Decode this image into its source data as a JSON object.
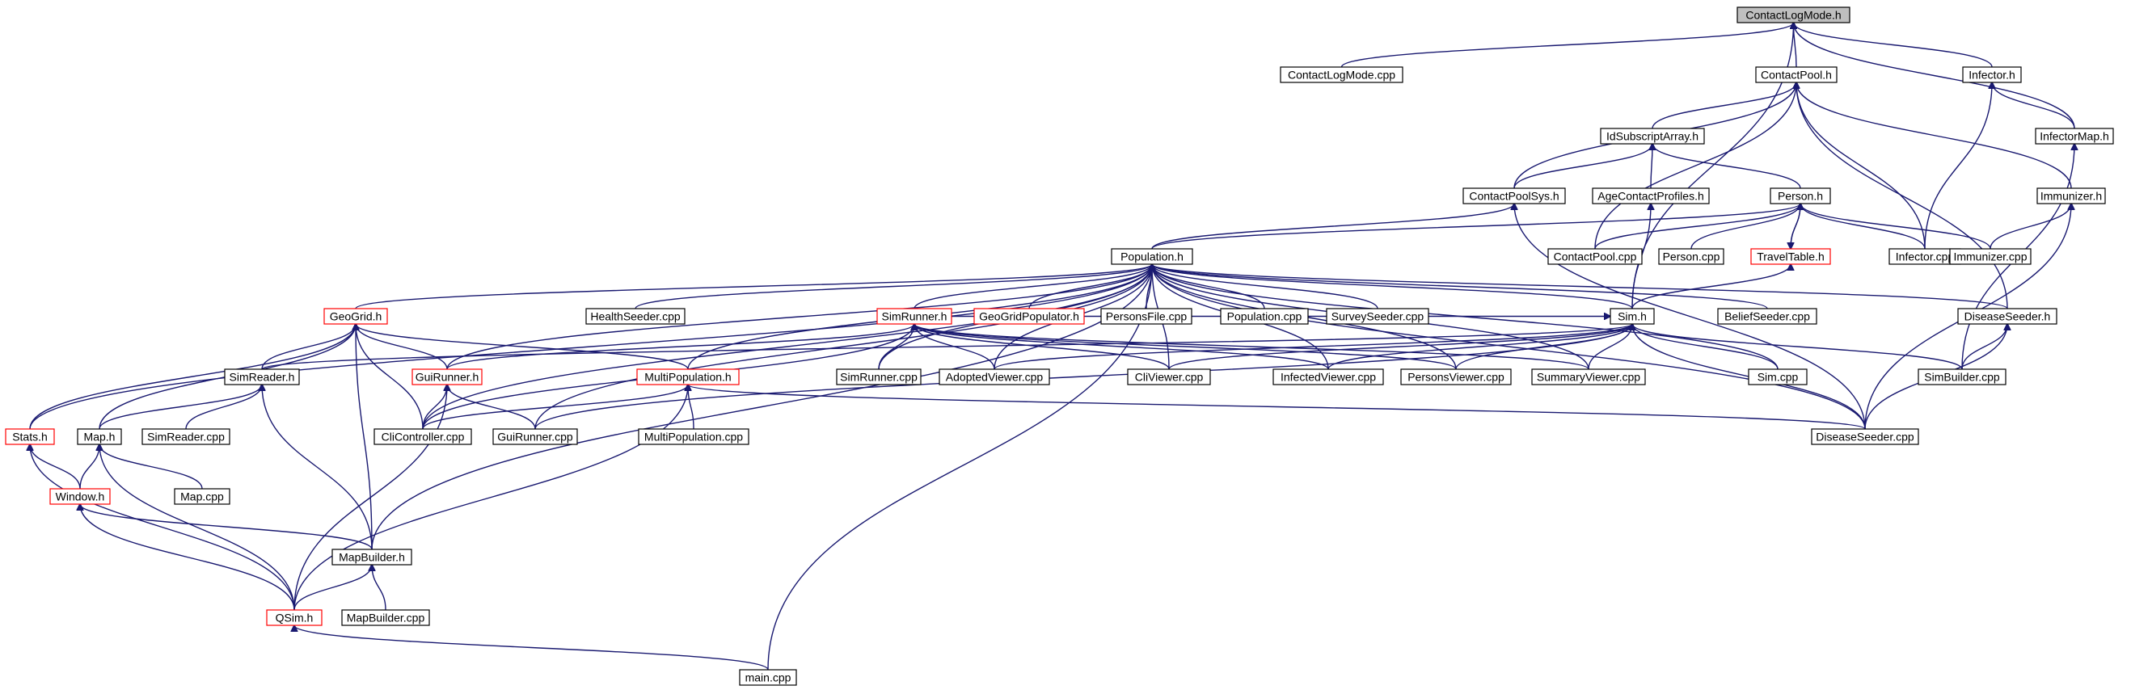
{
  "graph": {
    "colors": {
      "edge": "#191970",
      "partial_border": "#ff0000",
      "root_fill": "#bfbfbf"
    },
    "nodes": [
      {
        "id": "ContactLogMode.h",
        "label": "ContactLogMode.h",
        "root": true
      },
      {
        "id": "ContactLogMode.cpp",
        "label": "ContactLogMode.cpp"
      },
      {
        "id": "ContactPool.h",
        "label": "ContactPool.h"
      },
      {
        "id": "Infector.h",
        "label": "Infector.h"
      },
      {
        "id": "IdSubscriptArray.h",
        "label": "IdSubscriptArray.h"
      },
      {
        "id": "InfectorMap.h",
        "label": "InfectorMap.h"
      },
      {
        "id": "ContactPoolSys.h",
        "label": "ContactPoolSys.h"
      },
      {
        "id": "AgeContactProfiles.h",
        "label": "AgeContactProfiles.h"
      },
      {
        "id": "Person.h",
        "label": "Person.h"
      },
      {
        "id": "Immunizer.h",
        "label": "Immunizer.h"
      },
      {
        "id": "Population.h",
        "label": "Population.h"
      },
      {
        "id": "ContactPool.cpp",
        "label": "ContactPool.cpp"
      },
      {
        "id": "Person.cpp",
        "label": "Person.cpp"
      },
      {
        "id": "TravelTable.h",
        "label": "TravelTable.h",
        "partial": true
      },
      {
        "id": "Infector.cpp",
        "label": "Infector.cpp"
      },
      {
        "id": "Immunizer.cpp",
        "label": "Immunizer.cpp"
      },
      {
        "id": "GeoGrid.h",
        "label": "GeoGrid.h",
        "partial": true
      },
      {
        "id": "HealthSeeder.cpp",
        "label": "HealthSeeder.cpp"
      },
      {
        "id": "SimRunner.h",
        "label": "SimRunner.h",
        "partial": true
      },
      {
        "id": "GeoGridPopulator.h",
        "label": "GeoGridPopulator.h",
        "partial": true
      },
      {
        "id": "PersonsFile.cpp",
        "label": "PersonsFile.cpp"
      },
      {
        "id": "Population.cpp",
        "label": "Population.cpp"
      },
      {
        "id": "SurveySeeder.cpp",
        "label": "SurveySeeder.cpp"
      },
      {
        "id": "Sim.h",
        "label": "Sim.h"
      },
      {
        "id": "BeliefSeeder.cpp",
        "label": "BeliefSeeder.cpp"
      },
      {
        "id": "DiseaseSeeder.h",
        "label": "DiseaseSeeder.h"
      },
      {
        "id": "SimReader.h",
        "label": "SimReader.h"
      },
      {
        "id": "GuiRunner.h",
        "label": "GuiRunner.h",
        "partial": true
      },
      {
        "id": "MultiPopulation.h",
        "label": "MultiPopulation.h",
        "partial": true
      },
      {
        "id": "SimRunner.cpp",
        "label": "SimRunner.cpp"
      },
      {
        "id": "AdoptedViewer.cpp",
        "label": "AdoptedViewer.cpp"
      },
      {
        "id": "CliViewer.cpp",
        "label": "CliViewer.cpp"
      },
      {
        "id": "InfectedViewer.cpp",
        "label": "InfectedViewer.cpp"
      },
      {
        "id": "PersonsViewer.cpp",
        "label": "PersonsViewer.cpp"
      },
      {
        "id": "SummaryViewer.cpp",
        "label": "SummaryViewer.cpp"
      },
      {
        "id": "Sim.cpp",
        "label": "Sim.cpp"
      },
      {
        "id": "SimBuilder.cpp",
        "label": "SimBuilder.cpp"
      },
      {
        "id": "Stats.h",
        "label": "Stats.h",
        "partial": true
      },
      {
        "id": "Map.h",
        "label": "Map.h"
      },
      {
        "id": "SimReader.cpp",
        "label": "SimReader.cpp"
      },
      {
        "id": "CliController.cpp",
        "label": "CliController.cpp"
      },
      {
        "id": "GuiRunner.cpp",
        "label": "GuiRunner.cpp"
      },
      {
        "id": "MultiPopulation.cpp",
        "label": "MultiPopulation.cpp"
      },
      {
        "id": "DiseaseSeeder.cpp",
        "label": "DiseaseSeeder.cpp"
      },
      {
        "id": "Window.h",
        "label": "Window.h",
        "partial": true
      },
      {
        "id": "Map.cpp",
        "label": "Map.cpp"
      },
      {
        "id": "MapBuilder.h",
        "label": "MapBuilder.h"
      },
      {
        "id": "QSim.h",
        "label": "QSim.h",
        "partial": true
      },
      {
        "id": "MapBuilder.cpp",
        "label": "MapBuilder.cpp"
      },
      {
        "id": "main.cpp",
        "label": "main.cpp"
      }
    ],
    "edges": [
      [
        "ContactLogMode.cpp",
        "ContactLogMode.h"
      ],
      [
        "ContactPool.h",
        "ContactLogMode.h"
      ],
      [
        "Infector.h",
        "ContactLogMode.h"
      ],
      [
        "InfectorMap.h",
        "ContactLogMode.h"
      ],
      [
        "Sim.h",
        "ContactLogMode.h"
      ],
      [
        "IdSubscriptArray.h",
        "ContactPool.h"
      ],
      [
        "ContactPoolSys.h",
        "ContactPool.h"
      ],
      [
        "ContactPool.cpp",
        "ContactPool.h"
      ],
      [
        "Infector.cpp",
        "ContactPool.h"
      ],
      [
        "Immunizer.h",
        "ContactPool.h"
      ],
      [
        "DiseaseSeeder.h",
        "ContactPool.h"
      ],
      [
        "InfectorMap.h",
        "Infector.h"
      ],
      [
        "Infector.cpp",
        "Infector.h"
      ],
      [
        "ContactPoolSys.h",
        "IdSubscriptArray.h"
      ],
      [
        "AgeContactProfiles.h",
        "IdSubscriptArray.h"
      ],
      [
        "Person.h",
        "IdSubscriptArray.h"
      ],
      [
        "SimBuilder.cpp",
        "InfectorMap.h"
      ],
      [
        "Population.h",
        "ContactPoolSys.h"
      ],
      [
        "DiseaseSeeder.cpp",
        "ContactPoolSys.h"
      ],
      [
        "Sim.h",
        "AgeContactProfiles.h"
      ],
      [
        "Population.h",
        "Person.h"
      ],
      [
        "ContactPool.cpp",
        "Person.h"
      ],
      [
        "Person.cpp",
        "Person.h"
      ],
      [
        "TravelTable.h",
        "Person.h"
      ],
      [
        "Infector.cpp",
        "Person.h"
      ],
      [
        "Immunizer.cpp",
        "Person.h"
      ],
      [
        "Person.h",
        "TravelTable.h"
      ],
      [
        "Sim.h",
        "TravelTable.h"
      ],
      [
        "Immunizer.cpp",
        "Immunizer.h"
      ],
      [
        "DiseaseSeeder.cpp",
        "Immunizer.h"
      ],
      [
        "GeoGrid.h",
        "Population.h"
      ],
      [
        "HealthSeeder.cpp",
        "Population.h"
      ],
      [
        "SimRunner.h",
        "Population.h"
      ],
      [
        "GeoGridPopulator.h",
        "Population.h"
      ],
      [
        "PersonsFile.cpp",
        "Population.h"
      ],
      [
        "Population.cpp",
        "Population.h"
      ],
      [
        "SurveySeeder.cpp",
        "Population.h"
      ],
      [
        "Sim.h",
        "Population.h"
      ],
      [
        "BeliefSeeder.cpp",
        "Population.h"
      ],
      [
        "DiseaseSeeder.h",
        "Population.h"
      ],
      [
        "GuiRunner.h",
        "Population.h"
      ],
      [
        "MultiPopulation.h",
        "Population.h"
      ],
      [
        "SimRunner.cpp",
        "Population.h"
      ],
      [
        "AdoptedViewer.cpp",
        "Population.h"
      ],
      [
        "CliViewer.cpp",
        "Population.h"
      ],
      [
        "InfectedViewer.cpp",
        "Population.h"
      ],
      [
        "PersonsViewer.cpp",
        "Population.h"
      ],
      [
        "SummaryViewer.cpp",
        "Population.h"
      ],
      [
        "Sim.cpp",
        "Population.h"
      ],
      [
        "Stats.h",
        "Population.h"
      ],
      [
        "CliController.cpp",
        "Population.h"
      ],
      [
        "GuiRunner.cpp",
        "Population.h"
      ],
      [
        "DiseaseSeeder.cpp",
        "Population.h"
      ],
      [
        "MapBuilder.h",
        "Population.h"
      ],
      [
        "main.cpp",
        "Population.h"
      ],
      [
        "SimReader.h",
        "GeoGrid.h"
      ],
      [
        "GuiRunner.h",
        "GeoGrid.h"
      ],
      [
        "MultiPopulation.h",
        "GeoGrid.h"
      ],
      [
        "Stats.h",
        "GeoGrid.h"
      ],
      [
        "Map.h",
        "GeoGrid.h"
      ],
      [
        "CliController.cpp",
        "GeoGrid.h"
      ],
      [
        "MapBuilder.h",
        "GeoGrid.h"
      ],
      [
        "GuiRunner.h",
        "SimRunner.h"
      ],
      [
        "SimRunner.cpp",
        "SimRunner.h"
      ],
      [
        "AdoptedViewer.cpp",
        "SimRunner.h"
      ],
      [
        "CliViewer.cpp",
        "SimRunner.h"
      ],
      [
        "InfectedViewer.cpp",
        "SimRunner.h"
      ],
      [
        "PersonsViewer.cpp",
        "SimRunner.h"
      ],
      [
        "SummaryViewer.cpp",
        "SimRunner.h"
      ],
      [
        "CliController.cpp",
        "SimRunner.h"
      ],
      [
        "SimReader.h",
        "Sim.h"
      ],
      [
        "SimRunner.h",
        "Sim.h"
      ],
      [
        "AdoptedViewer.cpp",
        "Sim.h"
      ],
      [
        "CliViewer.cpp",
        "Sim.h"
      ],
      [
        "InfectedViewer.cpp",
        "Sim.h"
      ],
      [
        "PersonsViewer.cpp",
        "Sim.h"
      ],
      [
        "SummaryViewer.cpp",
        "Sim.h"
      ],
      [
        "Sim.cpp",
        "Sim.h"
      ],
      [
        "SimBuilder.cpp",
        "Sim.h"
      ],
      [
        "GuiRunner.cpp",
        "Sim.h"
      ],
      [
        "DiseaseSeeder.cpp",
        "Sim.h"
      ],
      [
        "SimBuilder.cpp",
        "DiseaseSeeder.h"
      ],
      [
        "DiseaseSeeder.cpp",
        "DiseaseSeeder.h"
      ],
      [
        "Map.h",
        "SimReader.h"
      ],
      [
        "SimReader.cpp",
        "SimReader.h"
      ],
      [
        "MapBuilder.h",
        "SimReader.h"
      ],
      [
        "CliController.cpp",
        "GuiRunner.h"
      ],
      [
        "GuiRunner.cpp",
        "GuiRunner.h"
      ],
      [
        "QSim.h",
        "GuiRunner.h"
      ],
      [
        "CliController.cpp",
        "MultiPopulation.h"
      ],
      [
        "MultiPopulation.cpp",
        "MultiPopulation.h"
      ],
      [
        "DiseaseSeeder.cpp",
        "MultiPopulation.h"
      ],
      [
        "QSim.h",
        "MultiPopulation.h"
      ],
      [
        "Window.h",
        "Stats.h"
      ],
      [
        "QSim.h",
        "Stats.h"
      ],
      [
        "Window.h",
        "Map.h"
      ],
      [
        "Map.cpp",
        "Map.h"
      ],
      [
        "QSim.h",
        "Map.h"
      ],
      [
        "QSim.h",
        "Window.h"
      ],
      [
        "MapBuilder.h",
        "Window.h"
      ],
      [
        "QSim.h",
        "MapBuilder.h"
      ],
      [
        "MapBuilder.cpp",
        "MapBuilder.h"
      ],
      [
        "main.cpp",
        "QSim.h"
      ]
    ]
  }
}
